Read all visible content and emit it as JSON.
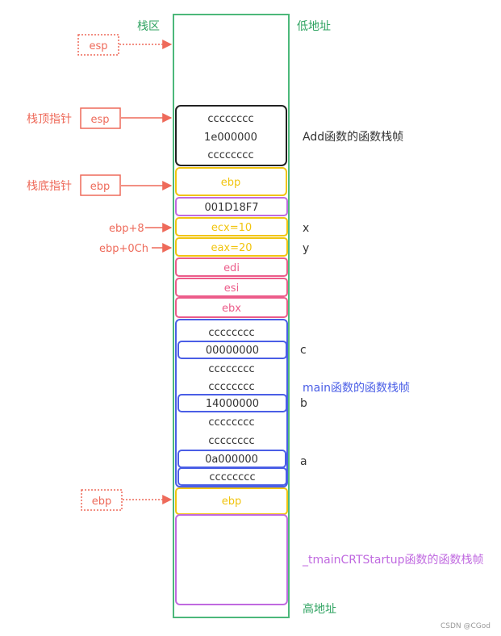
{
  "colors": {
    "stack_border": "#4cb87a",
    "green_text": "#2fa361",
    "red": "#ee6a5a",
    "black": "#222222",
    "yellow": "#f1c40f",
    "purple": "#c06ae0",
    "pink": "#ec5c8a",
    "blue": "#4a5ee6",
    "dark_text": "#333333",
    "watermark": "#9a9a9a"
  },
  "labels": {
    "stack_area": "栈区",
    "low_address": "低地址",
    "high_address": "高地址",
    "stack_top_pointer": "栈顶指针",
    "stack_bottom_pointer": "栈底指针",
    "esp_dotted": "esp",
    "esp_box": "esp",
    "ebp_box": "ebp",
    "ebp_dotted": "ebp",
    "ebp_plus_8": "ebp+8",
    "ebp_plus_0ch": "ebp+0Ch",
    "add_frame": "Add函数的函数栈帧",
    "main_frame": "main函数的函数栈帧",
    "tmain_frame": "_tmainCRTStartup函数的函数栈帧",
    "var_x": "x",
    "var_y": "y",
    "var_c": "c",
    "var_b": "b",
    "var_a": "a",
    "watermark": "CSDN @CGod"
  },
  "add_frame_values": [
    "cccccccc",
    "1e000000",
    "cccccccc"
  ],
  "cells": {
    "ebp_saved": "ebp",
    "return_addr": "001D18F7",
    "ecx": "ecx=10",
    "eax": "eax=20",
    "edi": "edi",
    "esi": "esi",
    "ebx": "ebx",
    "ebp_bottom": "ebp"
  },
  "main_frame_values": [
    "cccccccc",
    "00000000",
    "cccccccc",
    "cccccccc",
    "14000000",
    "cccccccc",
    "cccccccc",
    "0a000000",
    "cccccccc"
  ]
}
